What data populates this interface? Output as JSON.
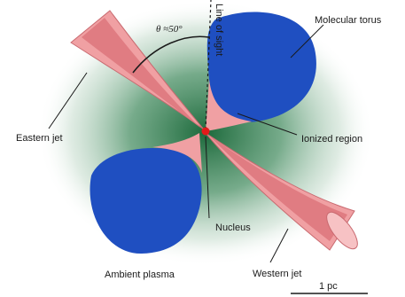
{
  "labels": {
    "molecular_torus": "Molecular torus",
    "ionized_region": "Ionized region",
    "eastern_jet": "Eastern jet",
    "nucleus": "Nucleus",
    "western_jet": "Western jet",
    "ambient_plasma": "Ambient plasma",
    "line_of_sight": "Line of sight",
    "angle": "θ ≈50°",
    "scale": "1 pc"
  },
  "colors": {
    "torus": "#1f4fc1",
    "jet": "#f0a0a3",
    "jet_inner": "#e07c82",
    "plasma": "#2f7a4e",
    "nucleus": "#e21b1b"
  }
}
